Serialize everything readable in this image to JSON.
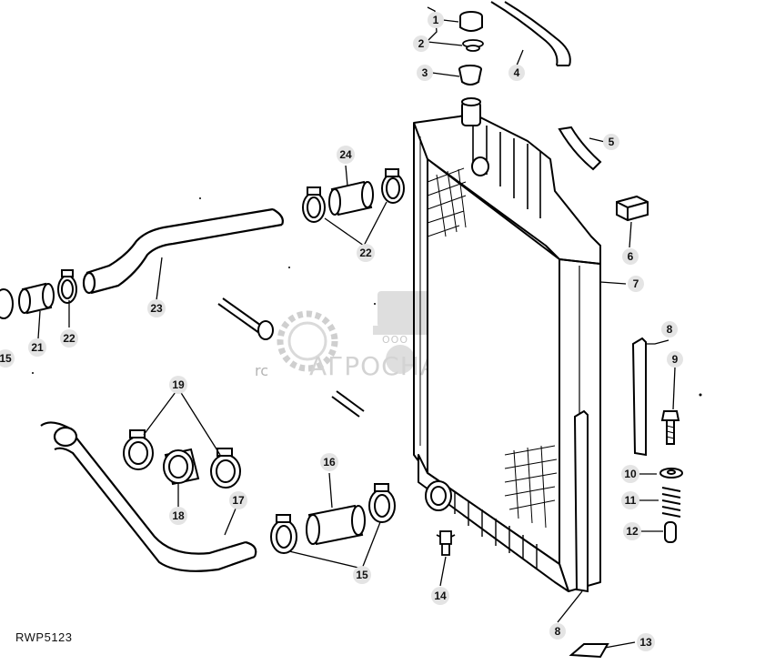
{
  "diagram": {
    "reference_code": "RWP5123",
    "callouts": [
      {
        "id": "c1",
        "label": "1"
      },
      {
        "id": "c2",
        "label": "2"
      },
      {
        "id": "c3",
        "label": "3"
      },
      {
        "id": "c4",
        "label": "4"
      },
      {
        "id": "c5",
        "label": "5"
      },
      {
        "id": "c6",
        "label": "6"
      },
      {
        "id": "c7",
        "label": "7"
      },
      {
        "id": "c8a",
        "label": "8"
      },
      {
        "id": "c8b",
        "label": "8"
      },
      {
        "id": "c9",
        "label": "9"
      },
      {
        "id": "c10",
        "label": "10"
      },
      {
        "id": "c11",
        "label": "11"
      },
      {
        "id": "c12",
        "label": "12"
      },
      {
        "id": "c13",
        "label": "13"
      },
      {
        "id": "c14",
        "label": "14"
      },
      {
        "id": "c15a",
        "label": "15"
      },
      {
        "id": "c15b",
        "label": "15"
      },
      {
        "id": "c16",
        "label": "16"
      },
      {
        "id": "c17",
        "label": "17"
      },
      {
        "id": "c18",
        "label": "18"
      },
      {
        "id": "c19",
        "label": "19"
      },
      {
        "id": "c21",
        "label": "21"
      },
      {
        "id": "c22a",
        "label": "22"
      },
      {
        "id": "c22b",
        "label": "22"
      },
      {
        "id": "c23",
        "label": "23"
      },
      {
        "id": "c24",
        "label": "24"
      }
    ]
  },
  "watermark": {
    "prefix": "ООО",
    "brand": "АГРОСНАБ",
    "fragment": "rc"
  }
}
